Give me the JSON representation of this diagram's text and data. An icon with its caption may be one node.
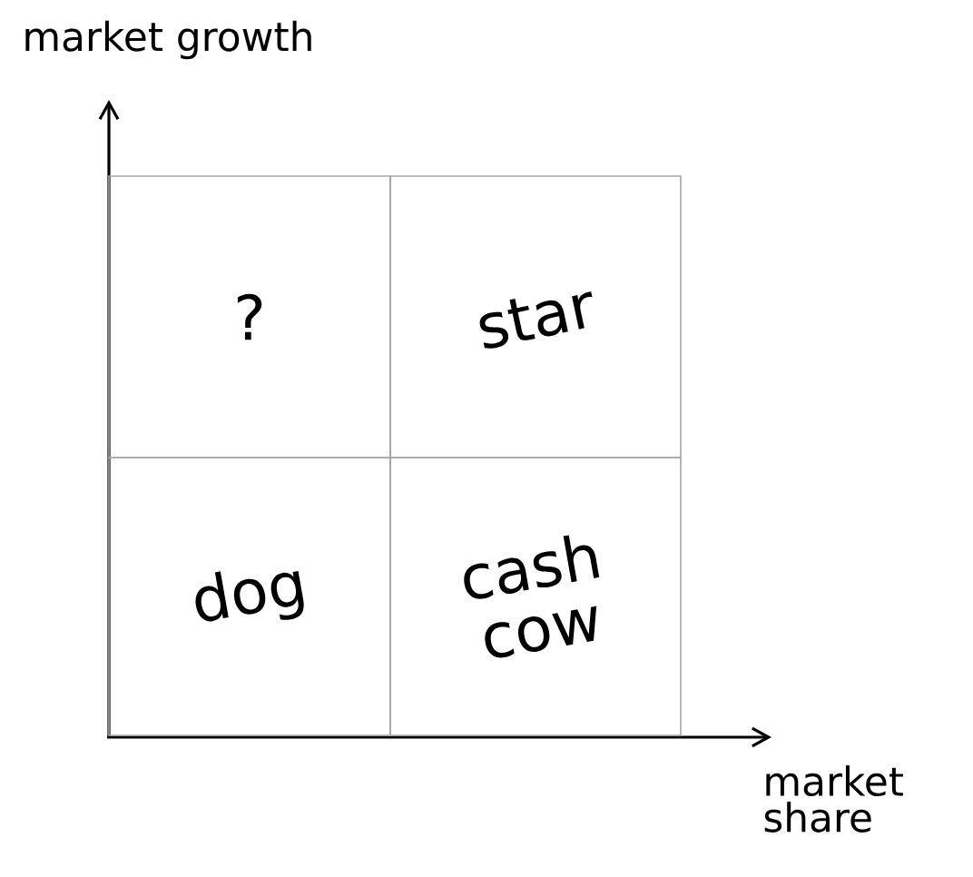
{
  "diagram": {
    "nodes": [
      {
        "text": [
          "?"
        ]
      },
      {
        "text": [
          "star"
        ]
      },
      {
        "text": [
          "dog"
        ]
      },
      {
        "text": [
          "cash cow"
        ]
      }
    ],
    "labels": [
      "market growth",
      "market share"
    ]
  }
}
